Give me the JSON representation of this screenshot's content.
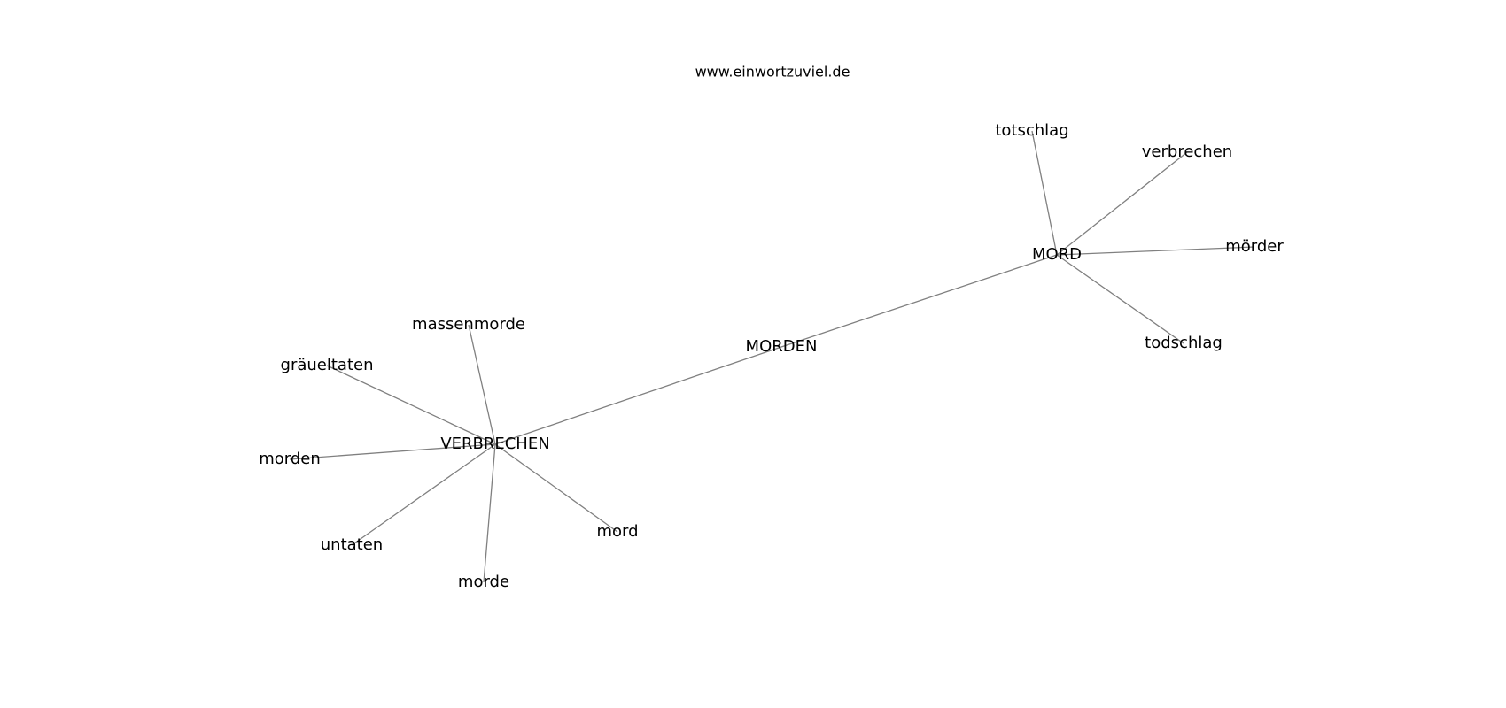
{
  "header": {
    "title": "www.einwortzuviel.de"
  },
  "graph": {
    "nodes": [
      {
        "id": "MORDEN",
        "label": "MORDEN"
      },
      {
        "id": "VERBRECHEN",
        "label": "VERBRECHEN"
      },
      {
        "id": "MORD",
        "label": "MORD"
      },
      {
        "id": "totschlag",
        "label": "totschlag"
      },
      {
        "id": "verbrechen",
        "label": "verbrechen"
      },
      {
        "id": "mörder",
        "label": "mörder"
      },
      {
        "id": "todschlag",
        "label": "todschlag"
      },
      {
        "id": "massenmorde",
        "label": "massenmorde"
      },
      {
        "id": "gräueltaten",
        "label": "gräueltaten"
      },
      {
        "id": "morden",
        "label": "morden"
      },
      {
        "id": "untaten",
        "label": "untaten"
      },
      {
        "id": "morde",
        "label": "morde"
      },
      {
        "id": "mord",
        "label": "mord"
      }
    ],
    "edges": [
      {
        "source": "MORDEN",
        "target": "VERBRECHEN"
      },
      {
        "source": "MORDEN",
        "target": "MORD"
      },
      {
        "source": "MORD",
        "target": "totschlag"
      },
      {
        "source": "MORD",
        "target": "verbrechen"
      },
      {
        "source": "MORD",
        "target": "mörder"
      },
      {
        "source": "MORD",
        "target": "todschlag"
      },
      {
        "source": "VERBRECHEN",
        "target": "massenmorde"
      },
      {
        "source": "VERBRECHEN",
        "target": "gräueltaten"
      },
      {
        "source": "VERBRECHEN",
        "target": "morden"
      },
      {
        "source": "VERBRECHEN",
        "target": "untaten"
      },
      {
        "source": "VERBRECHEN",
        "target": "morde"
      },
      {
        "source": "VERBRECHEN",
        "target": "mord"
      }
    ]
  }
}
